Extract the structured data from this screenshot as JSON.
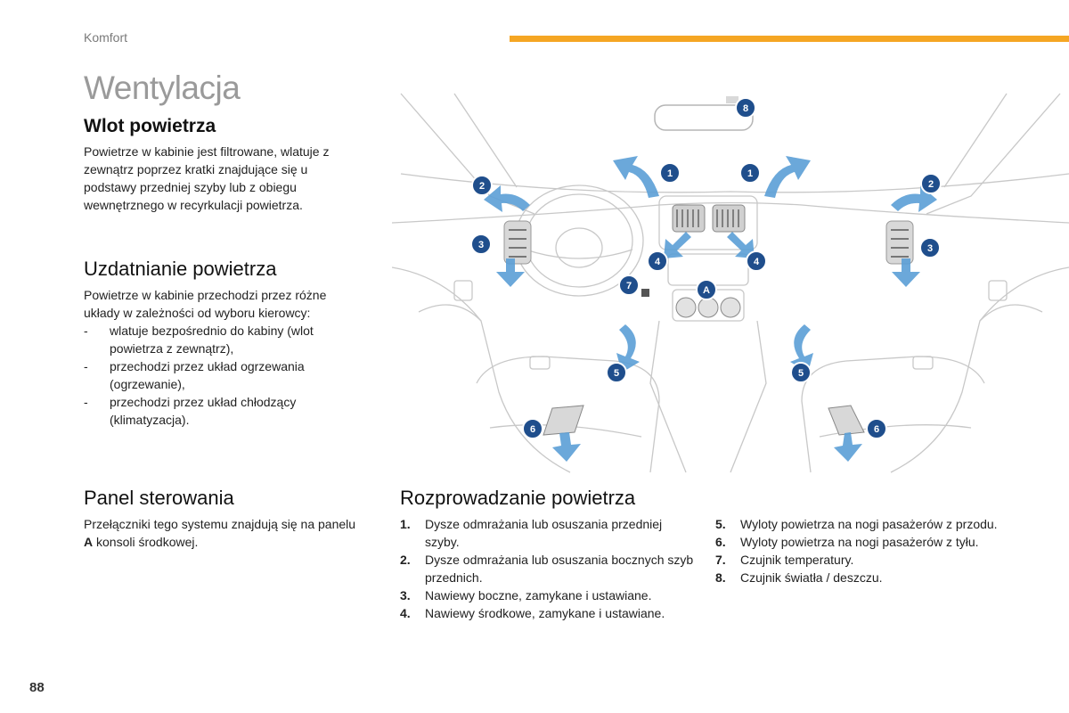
{
  "header": {
    "section": "Komfort"
  },
  "title": "Wentylacja",
  "intake": {
    "heading": "Wlot powietrza",
    "text": "Powietrze w kabinie jest filtrowane, wlatuje z zewnątrz poprzez kratki znajdujące się u podstawy przedniej szyby lub z obiegu wewnętrznego w recyrkulacji powietrza."
  },
  "conditioning": {
    "heading": "Uzdatnianie powietrza",
    "intro": "Powietrze w kabinie przechodzi przez różne układy w zależności od wyboru kierowcy:",
    "items": [
      "wlatuje bezpośrednio do kabiny (wlot powietrza z zewnątrz),",
      "przechodzi przez układ ogrzewania (ogrzewanie),",
      "przechodzi przez układ chłodzący (klimatyzacja)."
    ]
  },
  "panel": {
    "heading": "Panel sterowania",
    "text_before": "Przełączniki tego systemu znajdują się na panelu ",
    "text_bold": "A",
    "text_after": " konsoli środkowej."
  },
  "distribution": {
    "heading": "Rozprowadzanie powietrza",
    "items": [
      {
        "num": "1.",
        "text": "Dysze odmrażania lub osuszania przedniej szyby."
      },
      {
        "num": "2.",
        "text": "Dysze odmrażania lub osuszania bocznych szyb przednich."
      },
      {
        "num": "3.",
        "text": "Nawiewy boczne, zamykane i ustawiane."
      },
      {
        "num": "4.",
        "text": "Nawiewy środkowe, zamykane i ustawiane."
      },
      {
        "num": "5.",
        "text": "Wyloty powietrza na nogi pasażerów z przodu."
      },
      {
        "num": "6.",
        "text": "Wyloty powietrza na nogi pasażerów z tyłu."
      },
      {
        "num": "7.",
        "text": "Czujnik temperatury."
      },
      {
        "num": "8.",
        "text": "Czujnik światła / deszczu."
      }
    ]
  },
  "diagram": {
    "badges": [
      "1",
      "1",
      "2",
      "2",
      "3",
      "3",
      "4",
      "4",
      "5",
      "5",
      "6",
      "6",
      "7",
      "8",
      "A"
    ],
    "colors": {
      "badge": "#1f4e8c",
      "arrow": "#5b9fd6",
      "line": "#c8c8c8",
      "accent": "#f5a623"
    }
  },
  "page_number": "88"
}
